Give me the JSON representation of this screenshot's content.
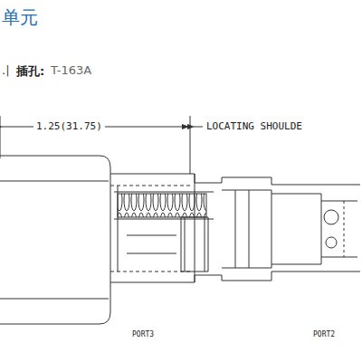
{
  "diagram": {
    "title": "单元",
    "labels": [
      ".|",
      "插孔:",
      "T-163A",
      "1.25(31.75)",
      "LOCATING SHOULDE",
      "PORT3",
      "PORT2"
    ]
  }
}
